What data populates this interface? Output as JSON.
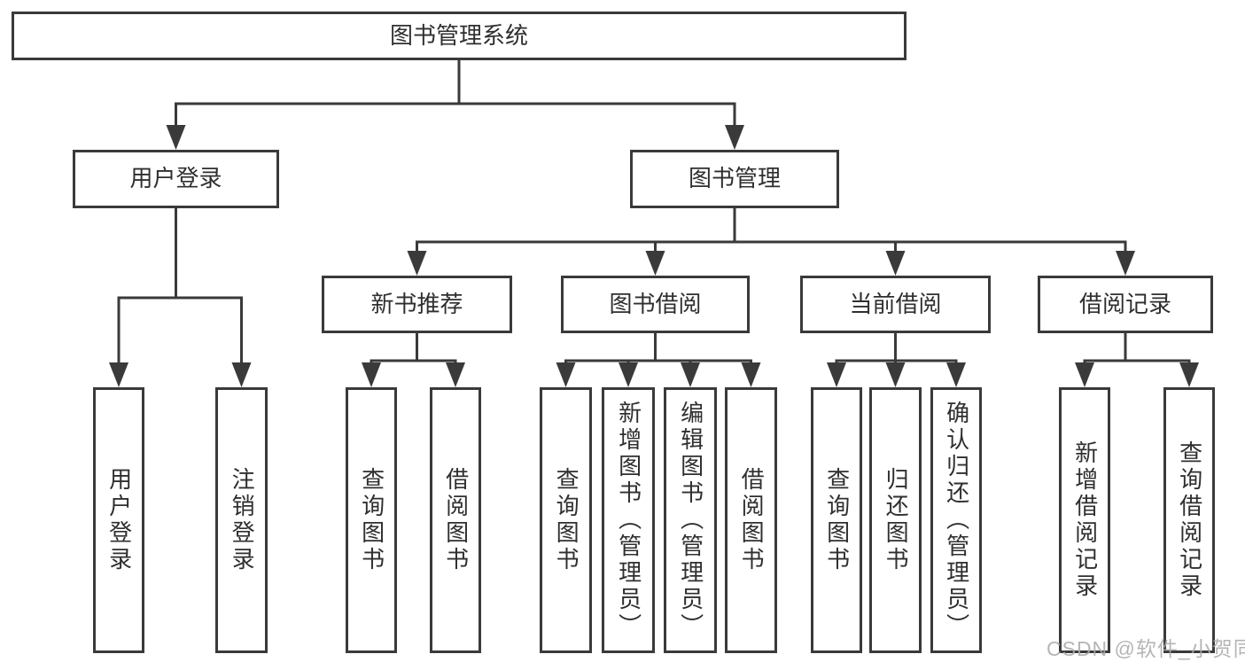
{
  "tree": {
    "root": {
      "label": "图书管理系统",
      "children": [
        {
          "label": "用户登录",
          "children": [
            {
              "label": "用户登录"
            },
            {
              "label": "注销登录"
            }
          ]
        },
        {
          "label": "图书管理",
          "children": [
            {
              "label": "新书推荐",
              "children": [
                {
                  "label": "查询图书"
                },
                {
                  "label": "借阅图书"
                }
              ]
            },
            {
              "label": "图书借阅",
              "children": [
                {
                  "label": "查询图书"
                },
                {
                  "label": "新增图书（管理员）"
                },
                {
                  "label": "编辑图书（管理员）"
                },
                {
                  "label": "借阅图书"
                }
              ]
            },
            {
              "label": "当前借阅",
              "children": [
                {
                  "label": "查询图书"
                },
                {
                  "label": "归还图书"
                },
                {
                  "label": "确认归还（管理员）"
                }
              ]
            },
            {
              "label": "借阅记录",
              "children": [
                {
                  "label": "新增借阅记录"
                },
                {
                  "label": "查询借阅记录"
                }
              ]
            }
          ]
        }
      ]
    }
  },
  "watermark": {
    "text": "CSDN @软件_小贺同学"
  },
  "colors": {
    "line": "#3a3a3a",
    "box_border": "#3a3a3a",
    "text": "#2f2f2f",
    "background": "#ffffff",
    "watermark": "#ababab"
  }
}
